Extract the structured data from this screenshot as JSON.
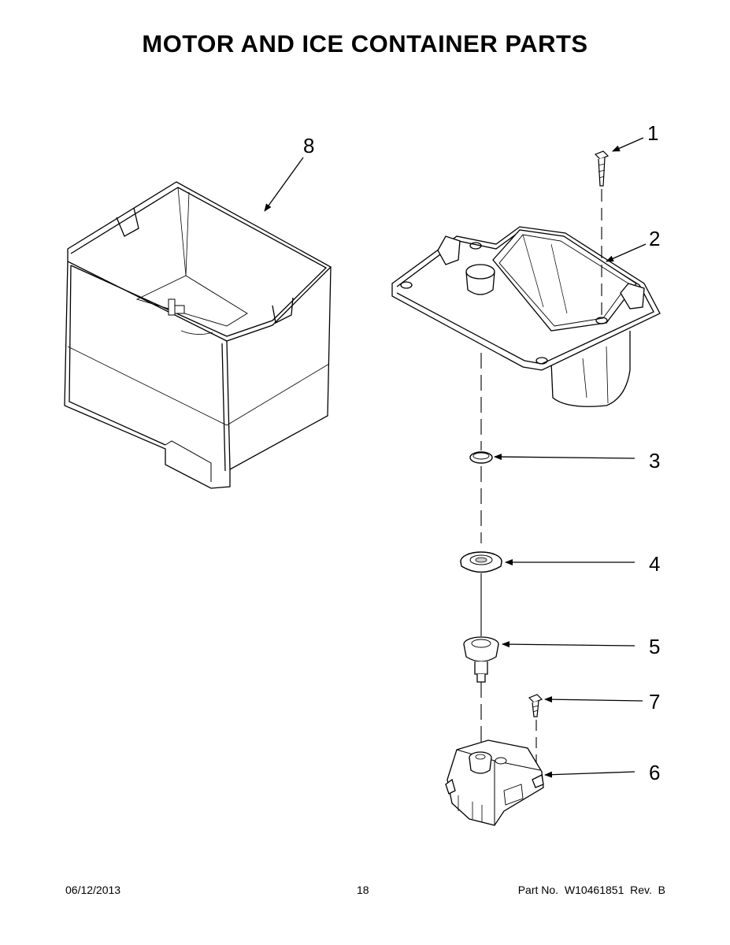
{
  "page": {
    "title": "MOTOR AND ICE CONTAINER PARTS"
  },
  "callouts": [
    {
      "id": "1",
      "label": "1"
    },
    {
      "id": "2",
      "label": "2"
    },
    {
      "id": "3",
      "label": "3"
    },
    {
      "id": "4",
      "label": "4"
    },
    {
      "id": "5",
      "label": "5"
    },
    {
      "id": "6",
      "label": "6"
    },
    {
      "id": "7",
      "label": "7"
    },
    {
      "id": "8",
      "label": "8"
    }
  ],
  "footer": {
    "date": "06/12/2013",
    "page_number": "18",
    "part_number": "Part No.  W10461851  Rev.  B"
  }
}
